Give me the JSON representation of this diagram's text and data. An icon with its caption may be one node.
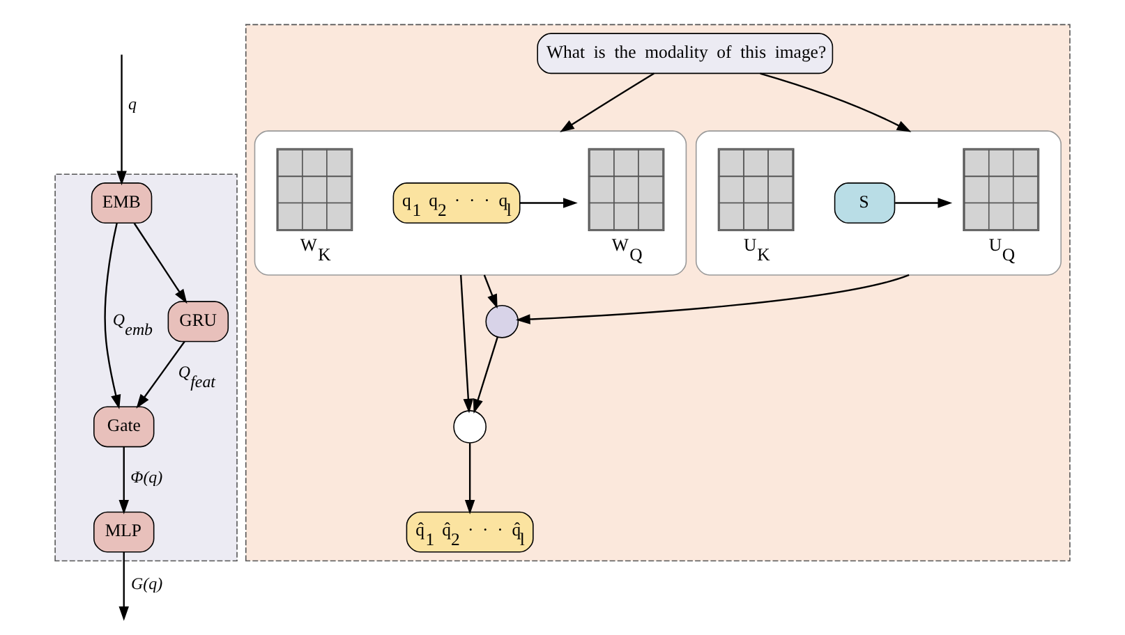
{
  "diagram": {
    "nodes": [
      {
        "text": [],
        "shape": "box"
      },
      {
        "text": [
          "EMB"
        ],
        "in": 0
      },
      {
        "text": [
          "Gate"
        ],
        "in": 0
      },
      {
        "text": [
          "GRU"
        ],
        "in": 0
      },
      {
        "text": [
          "MLP"
        ],
        "in": 0
      },
      {
        "text": [],
        "shape": "box"
      },
      {
        "text": [
          "What is the modality of this image?"
        ],
        "in": 5
      },
      {
        "text": [],
        "shape": "box",
        "in": 5
      },
      {
        "text": [
          "q$_{1}$ q$_{2}$ · · · q$_{l}$"
        ],
        "in": 7
      },
      {
        "text": [],
        "shape": "box",
        "beside": [
          "W$_{Q}$"
        ],
        "in": 7
      },
      {
        "text": [],
        "shape": "box",
        "beside": [
          "W$_{K}$"
        ],
        "in": 7
      },
      {
        "text": [],
        "shape": "box",
        "in": 5
      },
      {
        "text": [],
        "shape": "box",
        "beside": [
          "U$_{Q}$"
        ],
        "in": 11
      },
      {
        "text": [
          "S"
        ],
        "in": 11
      },
      {
        "text": [],
        "shape": "box",
        "beside": [
          "U$_{K}$"
        ],
        "in": 11
      },
      {
        "text": [],
        "shape": "circle",
        "in": 5
      },
      {
        "text": [],
        "shape": "circle",
        "in": 5
      },
      {
        "text": [
          "q̂$_{1}$ q̂$_{2}$ · · · q̂$_{l}$"
        ],
        "in": 5
      }
    ],
    "edges": [
      {
        "from": null,
        "to": 1,
        "arrow": "to",
        "label": "q"
      },
      {
        "from": 1,
        "to": 2,
        "arrow": "to",
        "label": "Q$_{emb}$"
      },
      {
        "from": 1,
        "to": 3,
        "arrow": "to"
      },
      {
        "from": 3,
        "to": 2,
        "arrow": "to",
        "label": "Q$_{feat}$"
      },
      {
        "from": 2,
        "to": 4,
        "arrow": "to",
        "label": "Φ(q)"
      },
      {
        "from": 4,
        "to": null,
        "arrow": "to",
        "label": "G(q)"
      },
      {
        "from": 6,
        "to": 7,
        "arrow": "to"
      },
      {
        "from": 6,
        "to": 11,
        "arrow": "to"
      },
      {
        "from": 8,
        "to": 9,
        "arrow": "to"
      },
      {
        "from": 13,
        "to": 12,
        "arrow": "to"
      },
      {
        "from": 7,
        "to": 15,
        "arrow": "to"
      },
      {
        "from": 11,
        "to": 15,
        "arrow": "to"
      },
      {
        "from": 7,
        "to": 16,
        "arrow": "to"
      },
      {
        "from": 15,
        "to": 16,
        "arrow": "to"
      },
      {
        "from": 16,
        "to": 17,
        "arrow": "to"
      }
    ]
  }
}
